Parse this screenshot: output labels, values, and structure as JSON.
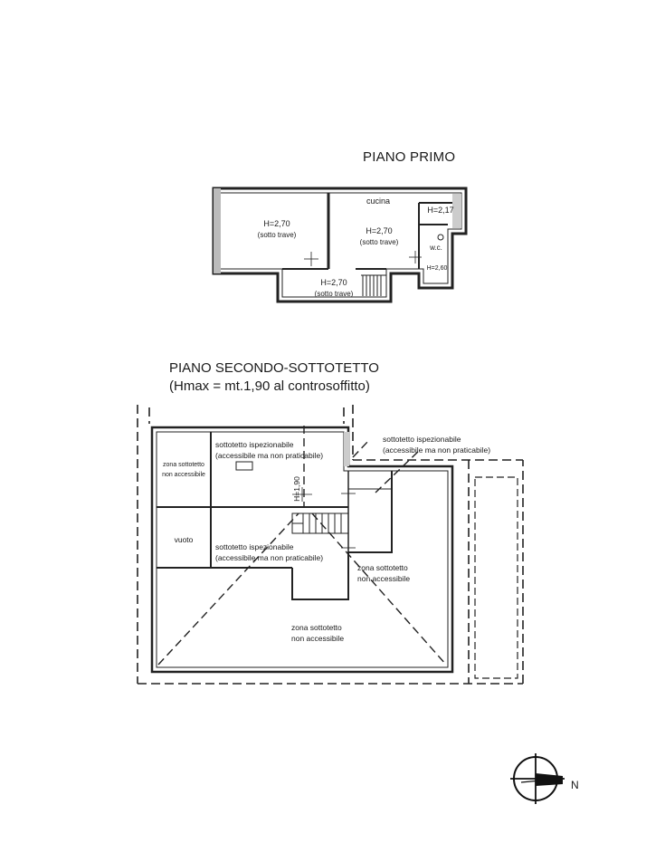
{
  "plan": {
    "first_floor": {
      "title": "PIANO PRIMO",
      "room_left": {
        "height": "H=2,70",
        "note": "(sotto trave)"
      },
      "room_kitchen": {
        "name": "cucina",
        "height": "H=2,70",
        "note": "(sotto trave)"
      },
      "room_small": {
        "height": "H=2,17"
      },
      "room_wc": {
        "name": "w.c.",
        "height": "H=2,60"
      },
      "room_landing": {
        "height": "H=2,70",
        "note": "(sotto trave)"
      }
    },
    "second_floor": {
      "title": "PIANO SECONDO-SOTTOTETTO",
      "subtitle": "(Hmax = mt.1,90 al controsoffitto)",
      "zone_left_top": {
        "line1": "zona sottotetto",
        "line2": "non accessibile"
      },
      "attic_top": {
        "line1": "sottotetto ispezionabile",
        "line2": "(accessibile ma non praticabile)"
      },
      "attic_right": {
        "line1": "sottotetto ispezionabile",
        "line2": "(accessibile ma non praticabile)"
      },
      "void": {
        "label": "vuoto"
      },
      "attic_middle": {
        "line1": "sottotetto ispezionabile",
        "line2": "(accessibile ma non praticabile)"
      },
      "zone_right": {
        "line1": "zona sottotetto",
        "line2": "non accessibile"
      },
      "zone_bottom": {
        "line1": "zona sottotetto",
        "line2": "non accessibile"
      },
      "height_mark": "H=1,90"
    },
    "compass": {
      "label": "N"
    }
  }
}
